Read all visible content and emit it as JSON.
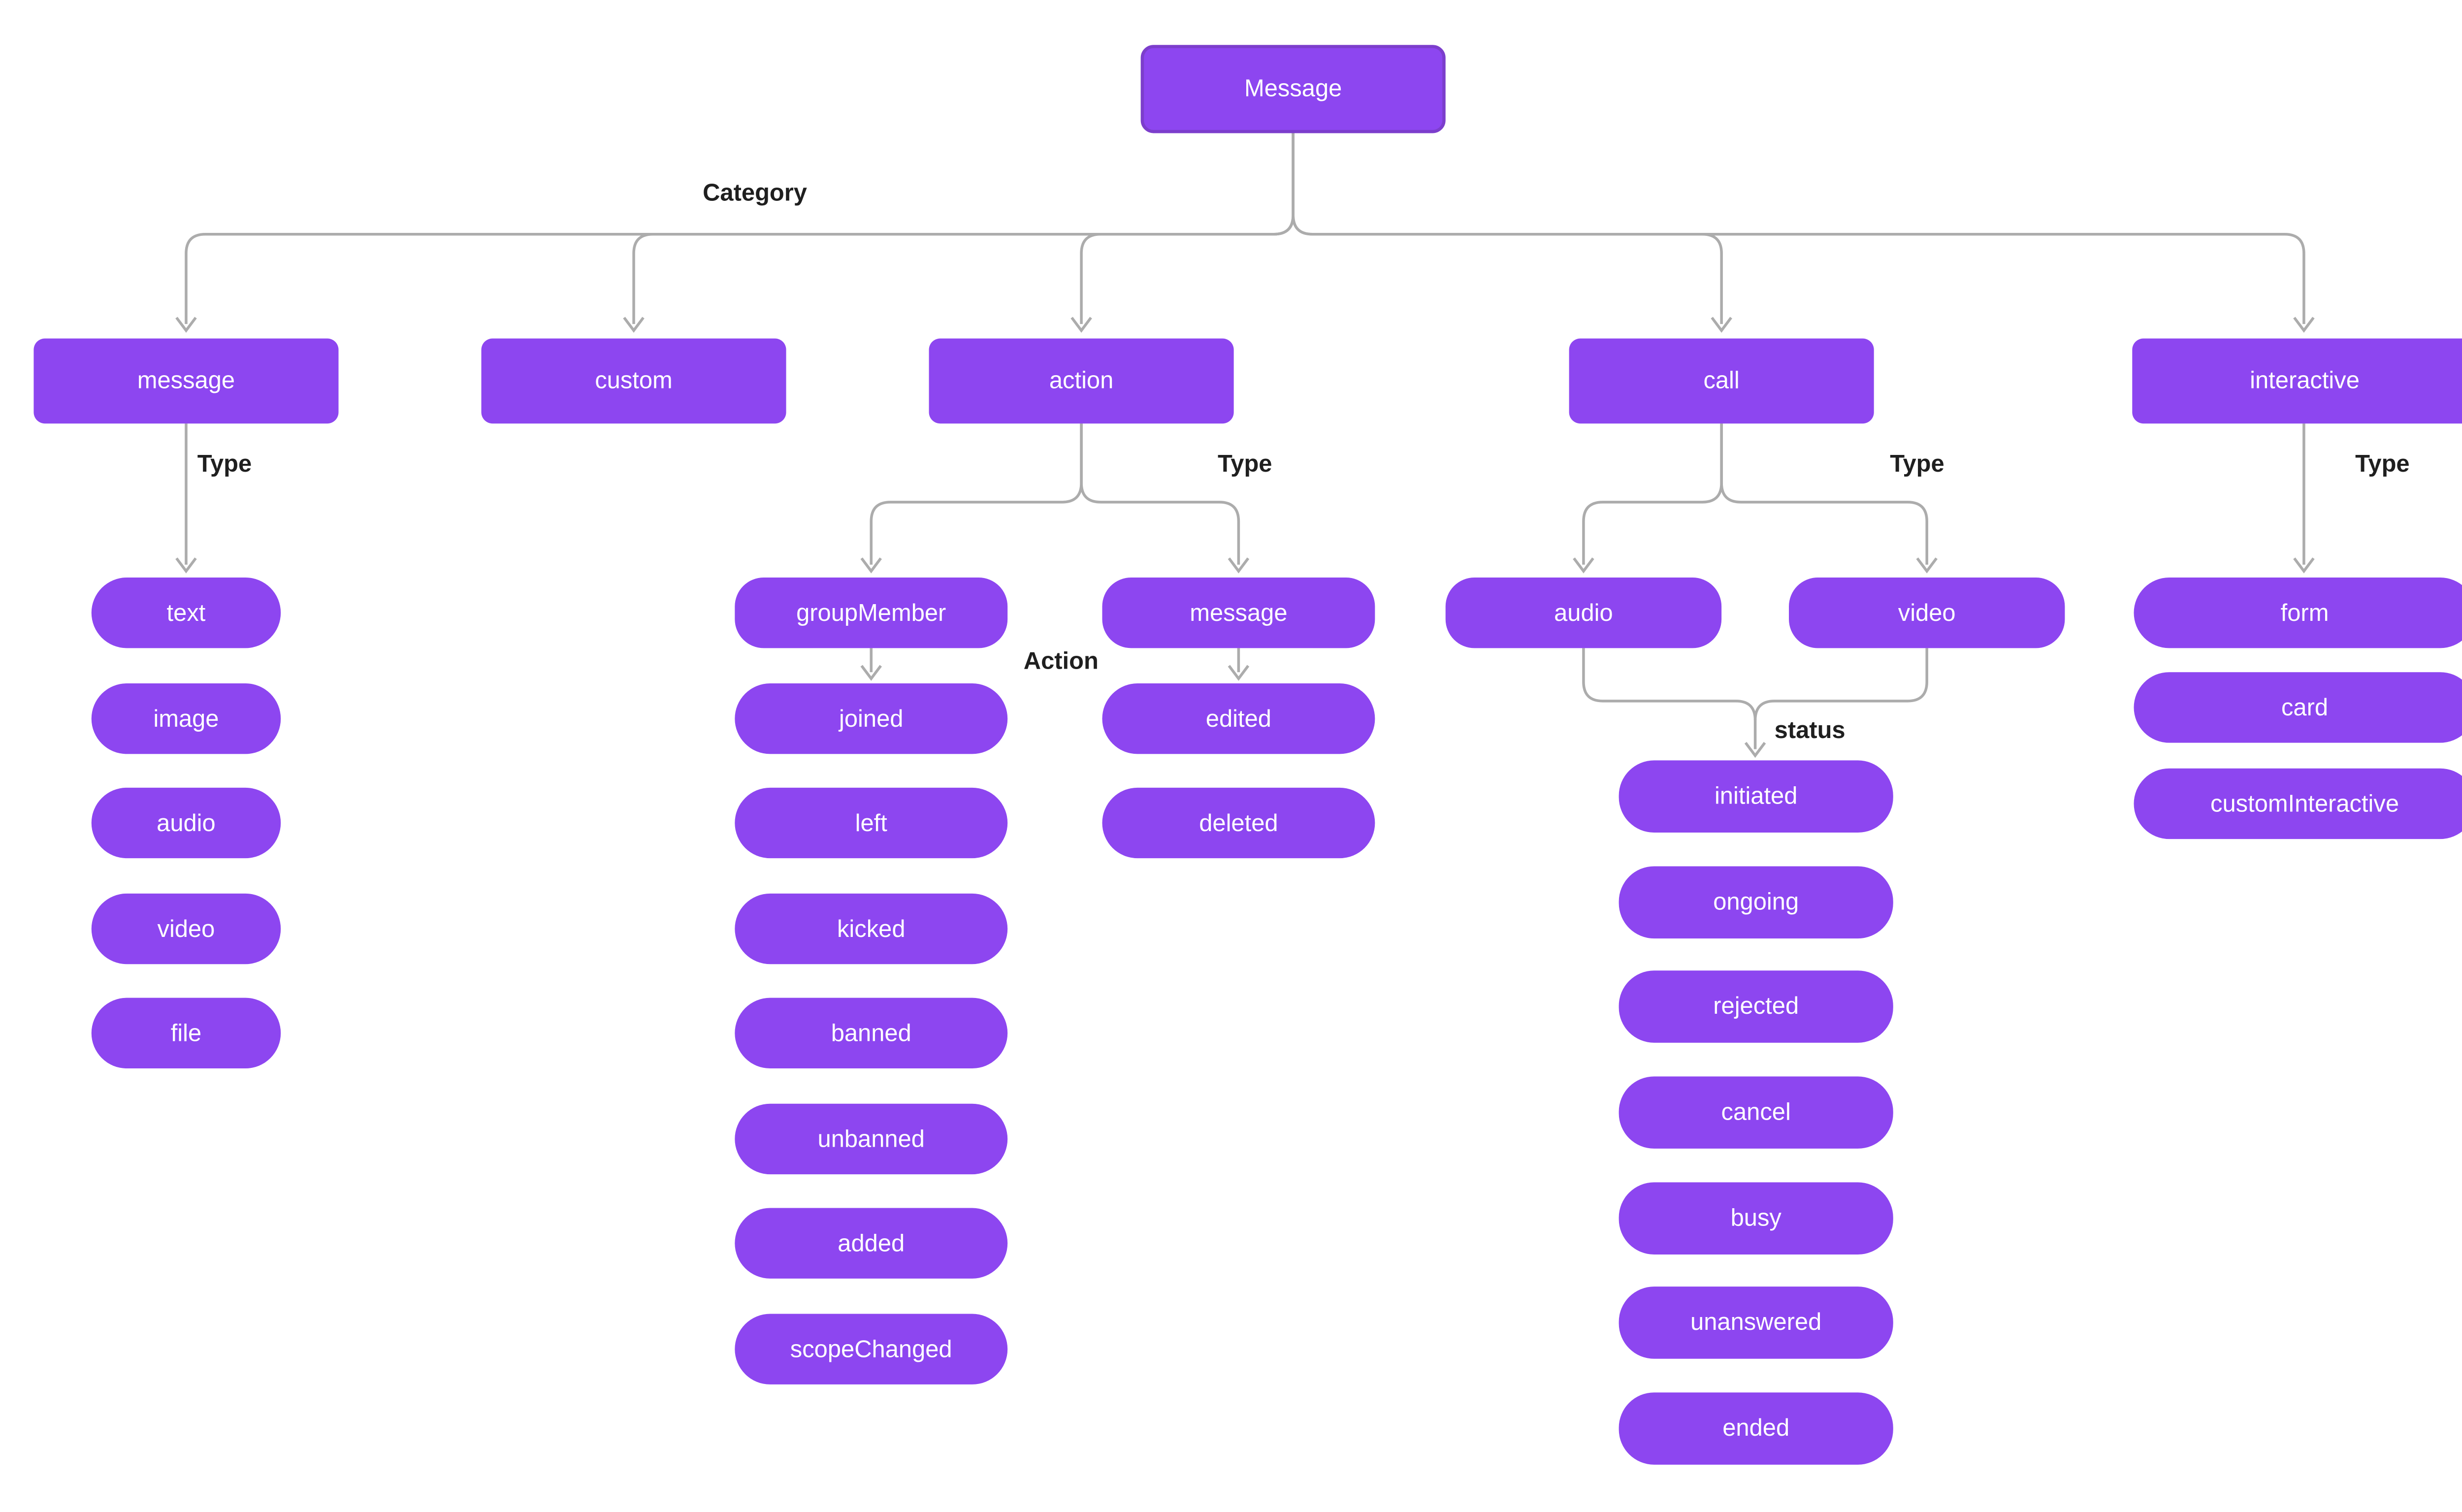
{
  "labels": {
    "category": "Category",
    "type": "Type",
    "action": "Action",
    "status": "status"
  },
  "nodes": {
    "root": "Message",
    "categories": [
      "message",
      "custom",
      "action",
      "call",
      "interactive"
    ],
    "message_types": [
      "text",
      "image",
      "audio",
      "video",
      "file"
    ],
    "action_types": [
      "groupMember",
      "message"
    ],
    "group_member_actions": [
      "joined",
      "left",
      "kicked",
      "banned",
      "unbanned",
      "added",
      "scopeChanged"
    ],
    "message_actions": [
      "edited",
      "deleted"
    ],
    "call_types": [
      "audio",
      "video"
    ],
    "call_statuses": [
      "initiated",
      "ongoing",
      "rejected",
      "cancel",
      "busy",
      "unanswered",
      "ended"
    ],
    "interactive_types": [
      "form",
      "card",
      "customInteractive"
    ]
  },
  "colors": {
    "node_fill": "#8D46F0",
    "root_border": "#7C3ECC",
    "connector": "#ACACAC",
    "label_text": "#1F1F1F",
    "node_text": "#FFFFFF",
    "background": "#FFFFFF"
  }
}
